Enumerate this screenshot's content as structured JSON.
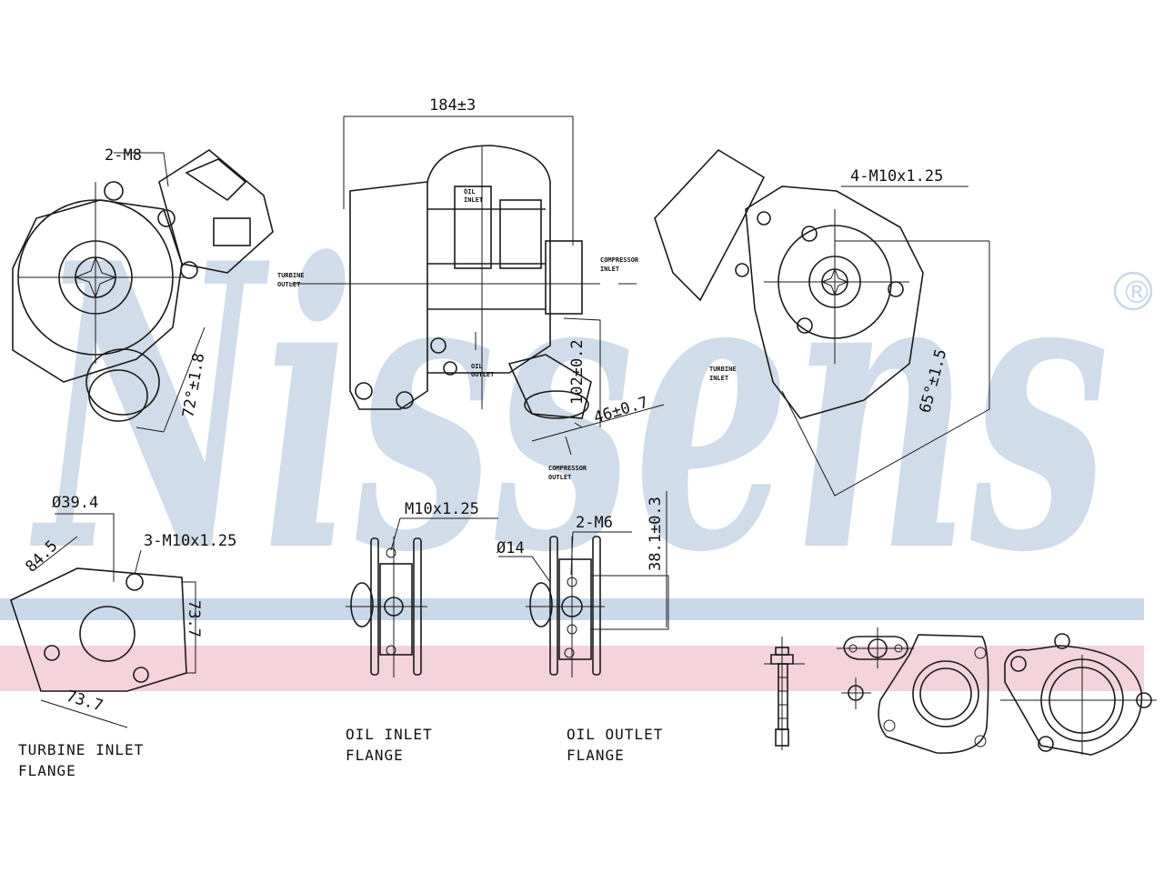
{
  "watermark": {
    "text": "Nissens",
    "registered": "®",
    "color_text": "#c8d7e6",
    "color_band_blue": "#c9d9ea",
    "color_band_pink": "#f4d3dc"
  },
  "dims": {
    "overall_width": "184±3",
    "bolt_2m8": "2-M8",
    "bolt_4m10": "4-M10x1.25",
    "angle_left": "72°±1.8",
    "dim_46": "46±0.7",
    "dim_102": "102±0.2",
    "angle_right": "65°±1.5",
    "dia_39": "Ø39.4",
    "dim_845": "84.5",
    "bolt_3m10": "3-M10x1.25",
    "dim_737_v": "73.7",
    "dim_737_h": "73.7",
    "oil_in_thread": "M10x1.25",
    "oil_out_bolts": "2-M6",
    "dia_14": "Ø14",
    "dim_381": "38.1±0.3"
  },
  "small_labels": {
    "turbine_outlet": [
      "TURBINE",
      "OUTLET"
    ],
    "compressor_inlet": [
      "COMPRESSOR",
      "INLET"
    ],
    "oil_inlet_small": [
      "OIL",
      "INLET"
    ],
    "oil_outlet_small": [
      "OIL",
      "OUTLET"
    ],
    "compressor_outlet": [
      "COMPRESSOR",
      "OUTLET"
    ],
    "turbine_inlet_small": [
      "TURBINE",
      "INLET"
    ]
  },
  "captions": {
    "turbine_inlet_flange": [
      "TURBINE  INLET",
      "FLANGE"
    ],
    "oil_inlet_flange": [
      "OIL  INLET",
      "FLANGE"
    ],
    "oil_outlet_flange": [
      "OIL  OUTLET",
      "FLANGE"
    ]
  }
}
